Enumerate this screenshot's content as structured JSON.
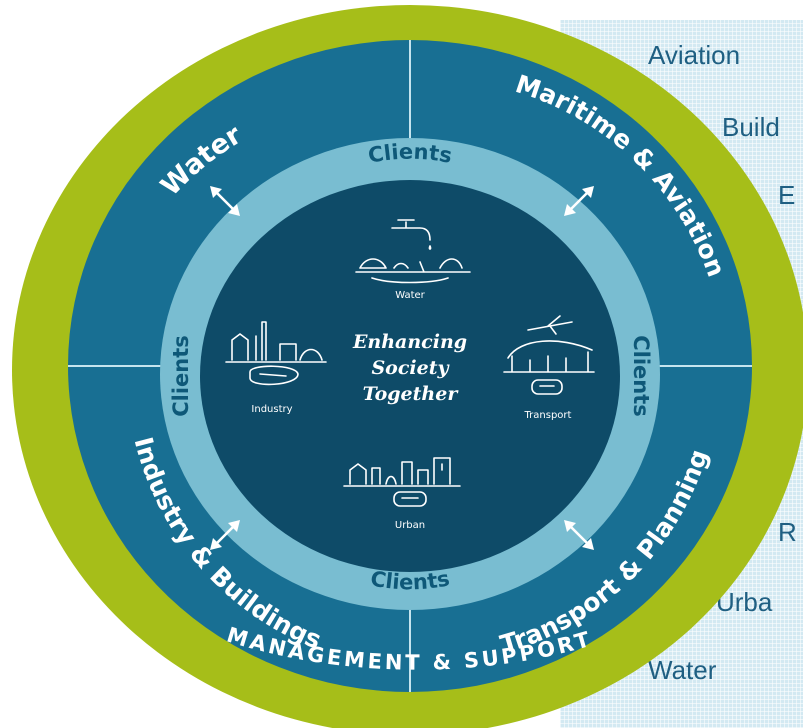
{
  "sector_list": [
    "Aviation",
    "Build",
    "E",
    "R",
    "Urba",
    "Water"
  ],
  "business_lines": {
    "water": "Water",
    "maritime": "Maritime & Aviation",
    "industry": "Industry & Buildings",
    "transport": "Transport & Planning"
  },
  "clients_label": "Clients",
  "management": "MANAGEMENT & SUPPORT",
  "center": {
    "line1": "Enhancing",
    "line2": "Society",
    "line3": "Together"
  },
  "markets": {
    "water": "Water",
    "industry": "Industry",
    "transport": "Transport",
    "urban": "Urban"
  },
  "colors": {
    "outer_ring": "#a6be19",
    "business_ring": "#186f93",
    "clients_ring": "#79bdd1",
    "core": "#0e4b68",
    "panel": "#d3e9f2",
    "sector_text": "#1f5f82"
  },
  "icons": [
    "tap-icon",
    "water-treatment-icon",
    "airplane-icon",
    "terminal-icon",
    "train-icon",
    "factory-icon",
    "city-skyline-icon"
  ]
}
